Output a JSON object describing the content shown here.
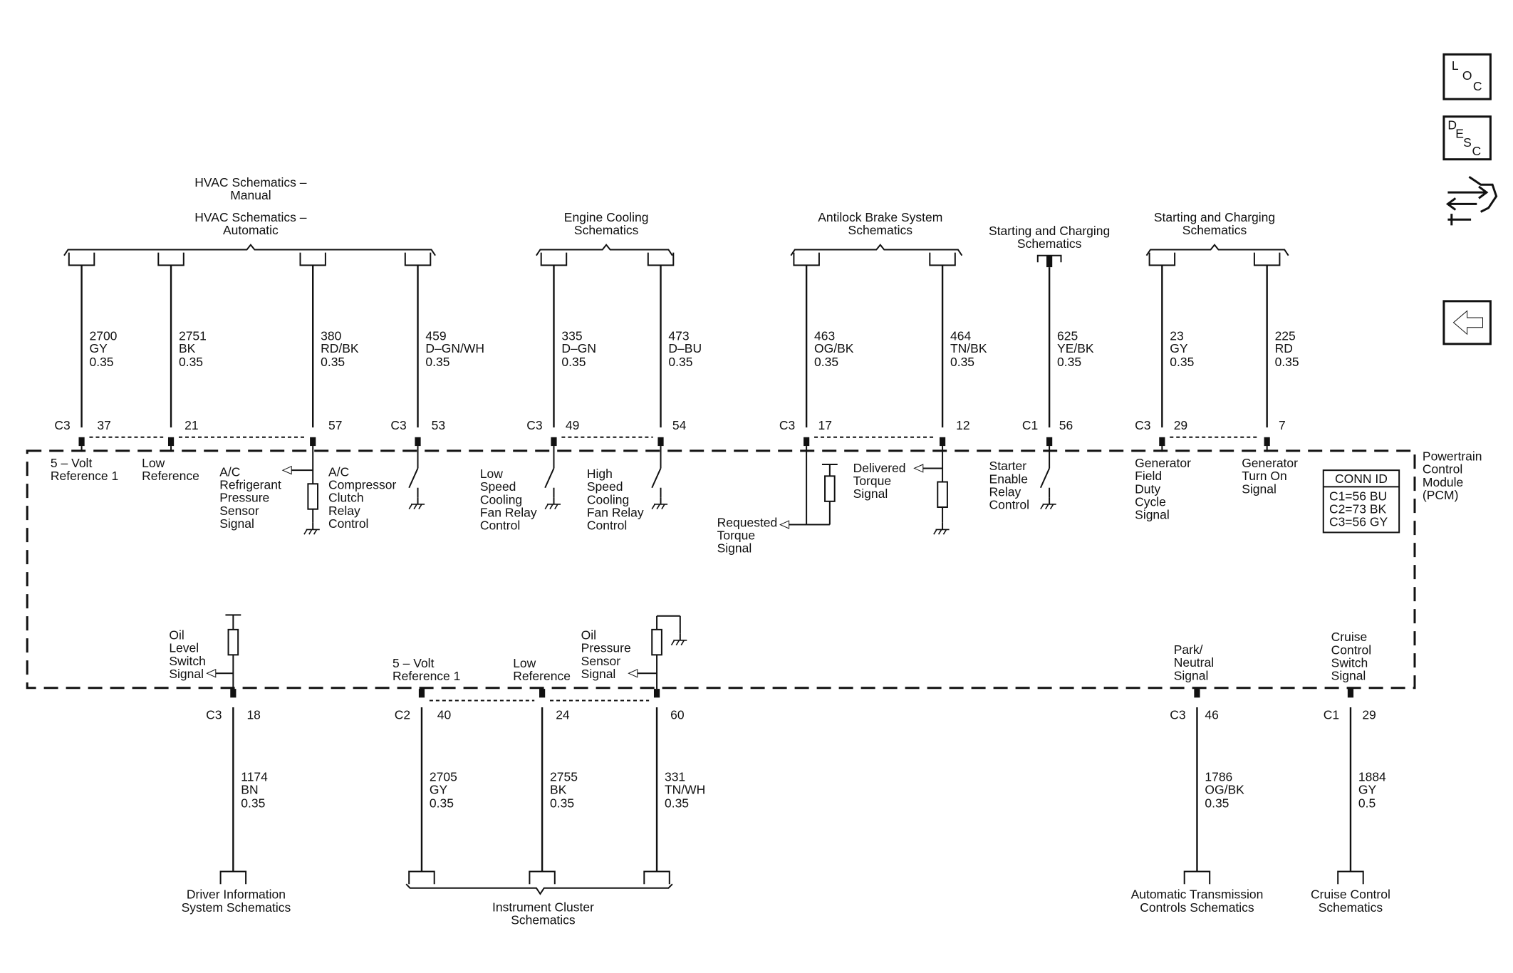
{
  "diagram": {
    "top_groups": [
      "HVAC Schematics –",
      "Manual",
      "HVAC Schematics –",
      "Automatic",
      "Engine Cooling",
      "Schematics",
      "Antilock Brake System",
      "Schematics",
      "Starting and Charging",
      "Schematics",
      "Starting and Charging",
      "Schematics"
    ],
    "top_wires": [
      {
        "circuit": "2700",
        "color": "GY",
        "size": "0.35",
        "conn": "C3",
        "pin": "37",
        "signal": [
          "5 – Volt",
          "Reference 1"
        ]
      },
      {
        "circuit": "2751",
        "color": "BK",
        "size": "0.35",
        "conn": "",
        "pin": "21",
        "signal": [
          "Low",
          "Reference"
        ]
      },
      {
        "circuit": "380",
        "color": "RD/BK",
        "size": "0.35",
        "conn": "",
        "pin": "57",
        "signal": [
          "A/C",
          "Refrigerant",
          "Pressure",
          "Sensor",
          "Signal",
          "A/C",
          "Compressor",
          "Clutch",
          "Relay",
          "Control"
        ]
      },
      {
        "circuit": "459",
        "color": "D–GN/WH",
        "size": "0.35",
        "conn": "C3",
        "pin": "53",
        "signal": []
      },
      {
        "circuit": "335",
        "color": "D–GN",
        "size": "0.35",
        "conn": "C3",
        "pin": "49",
        "signal": [
          "Low",
          "Speed",
          "Cooling",
          "Fan Relay",
          "Control"
        ]
      },
      {
        "circuit": "473",
        "color": "D–BU",
        "size": "0.35",
        "conn": "",
        "pin": "54",
        "signal": [
          "High",
          "Speed",
          "Cooling",
          "Fan Relay",
          "Control"
        ]
      },
      {
        "circuit": "463",
        "color": "OG/BK",
        "size": "0.35",
        "conn": "C3",
        "pin": "17",
        "signal": [
          "Requested",
          "Torque",
          "Signal"
        ]
      },
      {
        "circuit": "464",
        "color": "TN/BK",
        "size": "0.35",
        "conn": "",
        "pin": "12",
        "signal": [
          "Delivered",
          "Torque",
          "Signal"
        ]
      },
      {
        "circuit": "625",
        "color": "YE/BK",
        "size": "0.35",
        "conn": "C1",
        "pin": "56",
        "signal": [
          "Starter",
          "Enable",
          "Relay",
          "Control"
        ]
      },
      {
        "circuit": "23",
        "color": "GY",
        "size": "0.35",
        "conn": "C3",
        "pin": "29",
        "signal": [
          "Generator",
          "Field",
          "Duty",
          "Cycle",
          "Signal"
        ]
      },
      {
        "circuit": "225",
        "color": "RD",
        "size": "0.35",
        "conn": "",
        "pin": "7",
        "signal": [
          "Generator",
          "Turn On",
          "Signal"
        ]
      }
    ],
    "bottom_wires": [
      {
        "circuit": "1174",
        "color": "BN",
        "size": "0.35",
        "conn": "C3",
        "pin": "18",
        "signal": [
          "Oil",
          "Level",
          "Switch",
          "Signal"
        ]
      },
      {
        "circuit": "2705",
        "color": "GY",
        "size": "0.35",
        "conn": "C2",
        "pin": "40",
        "signal": [
          "5 – Volt",
          "Reference 1"
        ]
      },
      {
        "circuit": "2755",
        "color": "BK",
        "size": "0.35",
        "conn": "",
        "pin": "24",
        "signal": [
          "Low",
          "Reference"
        ]
      },
      {
        "circuit": "331",
        "color": "TN/WH",
        "size": "0.35",
        "conn": "",
        "pin": "60",
        "signal": [
          "Oil",
          "Pressure",
          "Sensor",
          "Signal"
        ]
      },
      {
        "circuit": "1786",
        "color": "OG/BK",
        "size": "0.35",
        "conn": "C3",
        "pin": "46",
        "signal": [
          "Park/",
          "Neutral",
          "Signal"
        ]
      },
      {
        "circuit": "1884",
        "color": "GY",
        "size": "0.5",
        "conn": "C1",
        "pin": "29",
        "signal": [
          "Cruise",
          "Control",
          "Switch",
          "Signal"
        ]
      }
    ],
    "bottom_targets": [
      "Driver Information",
      "System Schematics",
      "Instrument Cluster",
      "Schematics",
      "Automatic Transmission",
      "Controls Schematics",
      "Cruise Control",
      "Schematics"
    ],
    "module_name": [
      "Powertrain",
      "Control",
      "Module",
      "(PCM)"
    ],
    "conn_id": {
      "title": "CONN ID",
      "rows": [
        "C1=56 BU",
        "C2=73 BK",
        "C3=56 GY"
      ]
    }
  },
  "nav": {
    "loc": [
      "L",
      "O",
      "C"
    ],
    "desc": [
      "D",
      "E",
      "S",
      "C"
    ],
    "icons": [
      "loc-icon",
      "desc-icon",
      "connector-wrench-icon",
      "back-arrow-icon"
    ]
  }
}
